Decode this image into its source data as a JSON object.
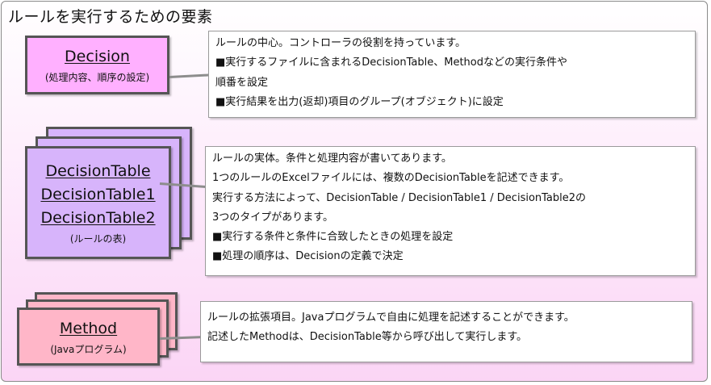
{
  "title": "ルールを実行するための要素",
  "decision": {
    "title": "Decision",
    "subtitle": "(処理内容、順序の設定)",
    "description": [
      "ルールの中心。コントローラの役割を持っています。",
      " ■実行するファイルに含まれるDecisionTable、Methodなどの実行条件や",
      "   順番を設定",
      " ■実行結果を出力(返却)項目のグループ(オブジェクト)に設定"
    ]
  },
  "decision_table": {
    "titles": [
      "DecisionTable",
      "DecisionTable1",
      "DecisionTable2"
    ],
    "subtitle": "(ルールの表)",
    "description": [
      "ルールの実体。条件と処理内容が書いてあります。",
      " 1つのルールのExcelファイルには、複数のDecisionTableを記述できます。",
      "実行する方法によって、DecisionTable / DecisionTable1 / DecisionTable2の",
      " 3つのタイプがあります。",
      "■実行する条件と条件に合致したときの処理を設定",
      "■処理の順序は、Decisionの定義で決定"
    ]
  },
  "method": {
    "title": "Method",
    "subtitle": "(Javaプログラム)",
    "description": [
      "ルールの拡張項目。Javaプログラムで自由に処理を記述することができます。",
      "記述したMethodは、DecisionTable等から呼び出して実行します。"
    ]
  },
  "colors": {
    "decision_fill": "#ffb0ff",
    "decision_table_fill": "#d7b4fb",
    "method_fill": "#ffb6c8",
    "panel_bottom": "#fbd5f5"
  }
}
